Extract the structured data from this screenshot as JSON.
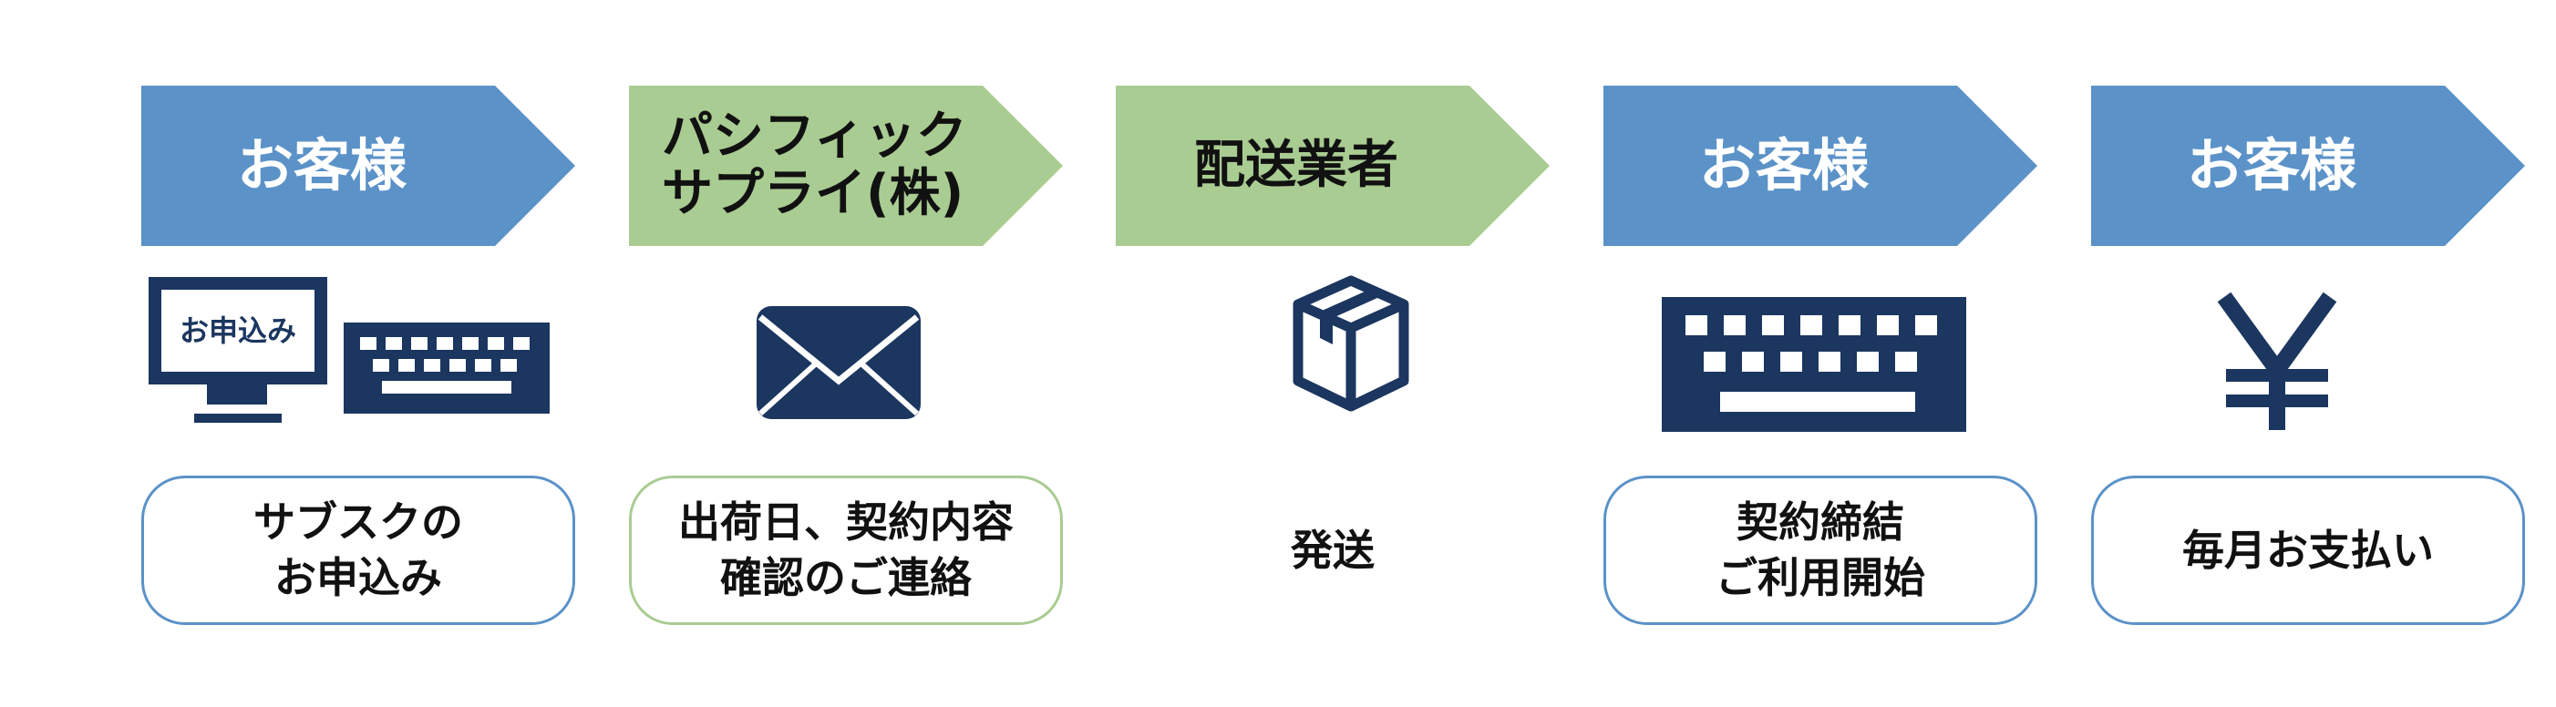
{
  "colors": {
    "blue": "#5b92c8",
    "green": "#a9cc92",
    "navy": "#1b365f",
    "text": "#111111"
  },
  "steps": [
    {
      "header": "お客様",
      "header_color": "blue",
      "icon": "computer-keyboard-icon",
      "icon_text": "お申込み",
      "description": "サブスクの\nお申込み",
      "box_border": "blue"
    },
    {
      "header": "パシフィック\nサプライ(株)",
      "header_color": "green",
      "icon": "envelope-icon",
      "description": "出荷日、契約内容\n確認のご連絡",
      "box_border": "green"
    },
    {
      "header": "配送業者",
      "header_color": "green",
      "icon": "package-box-icon",
      "description": "発送",
      "box_border": "none"
    },
    {
      "header": "お客様",
      "header_color": "blue",
      "icon": "keyboard-icon",
      "description": "契約締結\nご利用開始",
      "box_border": "blue"
    },
    {
      "header": "お客様",
      "header_color": "blue",
      "icon": "yen-icon",
      "icon_text": "¥",
      "description": "毎月お支払い",
      "box_border": "blue"
    }
  ]
}
